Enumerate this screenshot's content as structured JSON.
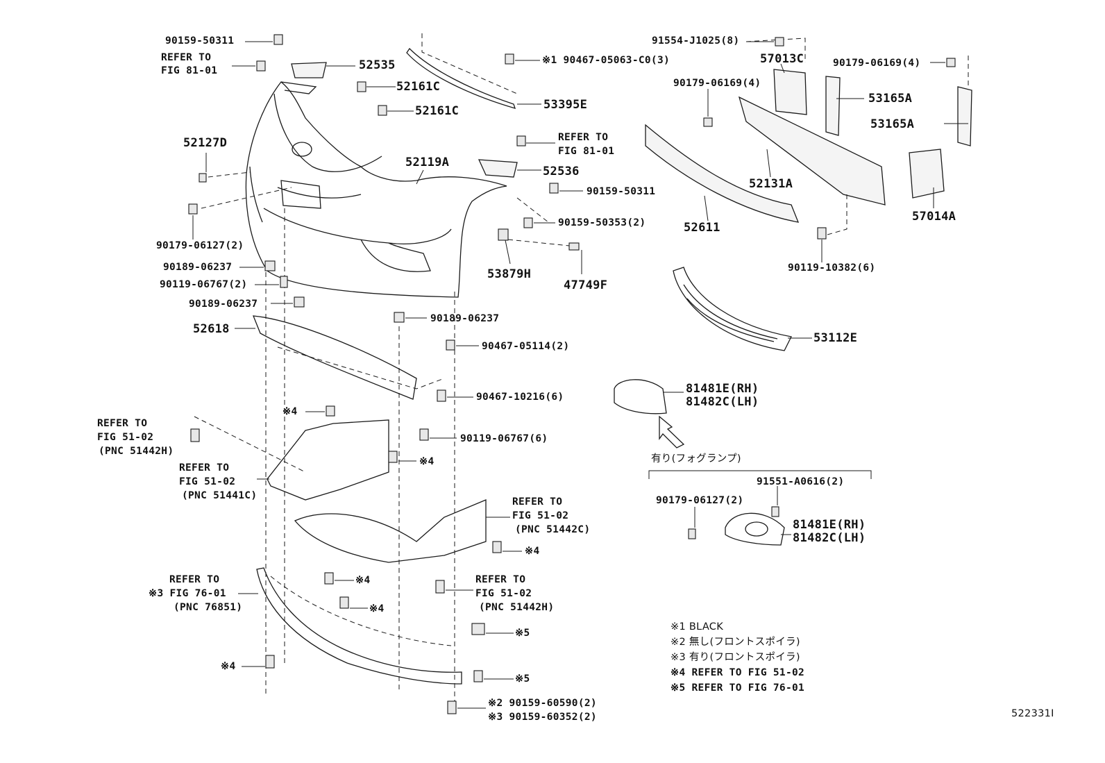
{
  "diagram_id": "522331I",
  "labels": {
    "p90159_50311_top": "90159-50311",
    "refer_81_01_a1": "REFER TO",
    "refer_81_01_a2": "FIG 81-01",
    "p52535": "52535",
    "p52161c_1": "52161C",
    "p52161c_2": "52161C",
    "p52127d": "52127D",
    "p52119a": "52119A",
    "p90179_06127": "90179-06127(2)",
    "p90189_06237_a": "90189-06237",
    "p90119_06767_2": "90119-06767(2)",
    "p90189_06237_b": "90189-06237",
    "p52618": "52618",
    "p90467_05063": "※1 90467-05063-C0(3)",
    "p53395e": "53395E",
    "refer_81_01_b1": "REFER TO",
    "refer_81_01_b2": "FIG 81-01",
    "p52536": "52536",
    "p90159_50311_mid": "90159-50311",
    "p90159_50353": "90159-50353(2)",
    "p53879h": "53879H",
    "p47749f": "47749F",
    "p90189_06237_c": "90189-06237",
    "p90467_05114": "90467-05114(2)",
    "p90467_10216": "90467-10216(6)",
    "p90119_06767_6": "90119-06767(6)",
    "ref4_a": "※4",
    "ref4_b": "※4",
    "refer_51_02_h1": "REFER TO",
    "refer_51_02_h2": "FIG 51-02",
    "refer_51_02_h3": "(PNC 51442H)",
    "refer_51_02_c1": "REFER TO",
    "refer_51_02_c2": "FIG 51-02",
    "refer_51_02_c3": "(PNC 51441C)",
    "refer_51_02_d1": "REFER TO",
    "refer_51_02_d2": "FIG 51-02",
    "refer_51_02_d3": "(PNC 51442C)",
    "ref4_c": "※4",
    "ref4_d": "※4",
    "ref4_e": "※4",
    "refer_76_01_1": "REFER TO",
    "refer_76_01_2": "※3 FIG 76-01",
    "refer_76_01_3": "(PNC 76851)",
    "refer_51_02_e1": "REFER TO",
    "refer_51_02_e2": "FIG 51-02",
    "refer_51_02_e3": "(PNC 51442H)",
    "ref5_a": "※5",
    "ref5_b": "※5",
    "ref4_f": "※4",
    "p90159_60590": "※2 90159-60590(2)",
    "p90159_60352": "※3 90159-60352(2)",
    "p91554_j1025": "91554-J1025(8)",
    "p57013c": "57013C",
    "p90179_06169_a": "90179-06169(4)",
    "p90179_06169_b": "90179-06169(4)",
    "p53165a_1": "53165A",
    "p53165a_2": "53165A",
    "p52131a": "52131A",
    "p52611": "52611",
    "p57014a": "57014A",
    "p90119_10382": "90119-10382(6)",
    "p53112e": "53112E",
    "p81481e_1": "81481E(RH)",
    "p81482c_1": "81482C(LH)",
    "fog_header": "有り(フォグランプ)",
    "p91551_a0616": "91551-A0616(2)",
    "p90179_06127_fog": "90179-06127(2)",
    "p81481e_2": "81481E(RH)",
    "p81482c_2": "81482C(LH)"
  },
  "notes": [
    "※1 BLACK",
    "※2 無し(フロントスポイラ)",
    "※3 有り(フロントスポイラ)",
    "※4 REFER TO FIG 51-02",
    "※5 REFER TO FIG 76-01"
  ]
}
